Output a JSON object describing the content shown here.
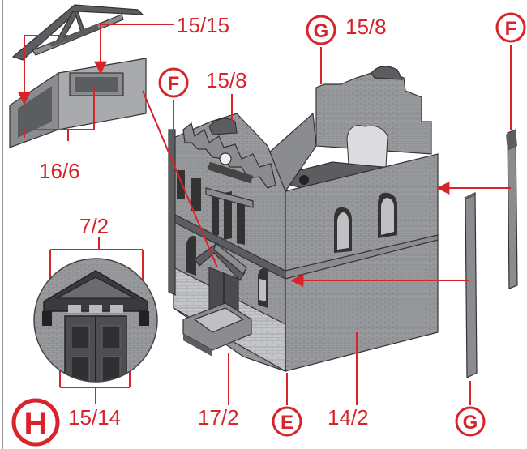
{
  "colors": {
    "accent": "#d8232a",
    "part": "#8b8c90",
    "part_dark": "#5c5d60"
  },
  "labels": {
    "roof_truss": "15/15",
    "gable_panel": "16/6",
    "upper_right_part": "15/8",
    "upper_left_part": "15/8",
    "canopy": "7/2",
    "door_frame": "15/14",
    "steps": "17/2",
    "main_wall": "14/2"
  },
  "markers": {
    "f_left": "F",
    "f_right": "F",
    "g_top": "G",
    "g_bottom": "G",
    "e_bottom": "E",
    "h_detail": "H"
  }
}
